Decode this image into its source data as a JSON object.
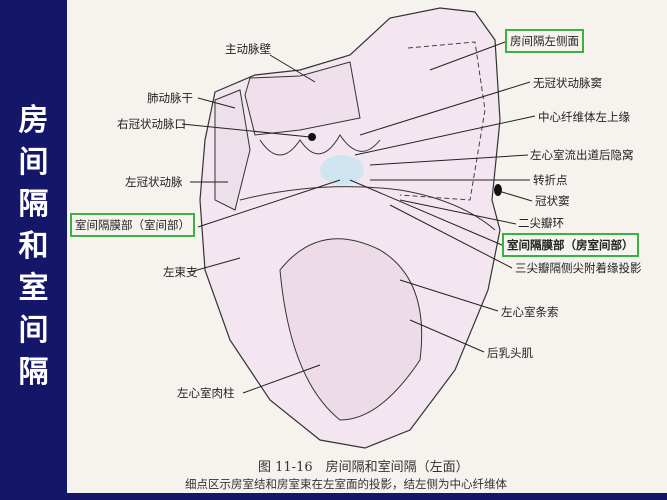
{
  "sidebar": {
    "title": "房间隔和室间隔",
    "background": "#14166a"
  },
  "labels": {
    "aorta_wall": "主动脉壁",
    "pulmonary_trunk": "肺动脉干",
    "right_coronary_ostium": "右冠状动脉口",
    "left_coronary_artery": "左冠状动脉",
    "membranous_interventricular": "室间隔膜部（室间部）",
    "left_bundle_branch": "左束支",
    "atrial_septum_left_surface": "房间隔左侧面",
    "noncoronary_sinus": "无冠状动脉窦",
    "central_fibrous_body_edge": "中心纤维体左上缘",
    "lv_outflow_recess": "左心室流出道后隐窝",
    "turning_point": "转折点",
    "coronary_sinus": "冠状窦",
    "mitral_annulus": "二尖瓣环",
    "membranous_atrioventricular": "室间隔膜部（房室间部）",
    "tricuspid_septal_leaflet_projection": "三尖瓣隔侧尖附着缘投影",
    "lv_false_tendon": "左心室条索",
    "posterior_papillary_muscle": "后乳头肌",
    "lv_trabeculae": "左心室肉柱"
  },
  "caption": {
    "title": "图 11-16　房间隔和室间隔（左面）",
    "note": "细点区示房室结和房室束在左室面的投影，结左侧为中心纤维体"
  },
  "colors": {
    "highlight_box": "#3cb043",
    "heart_fill": "#f3e6f0",
    "node_area": "#cfe6f2"
  }
}
